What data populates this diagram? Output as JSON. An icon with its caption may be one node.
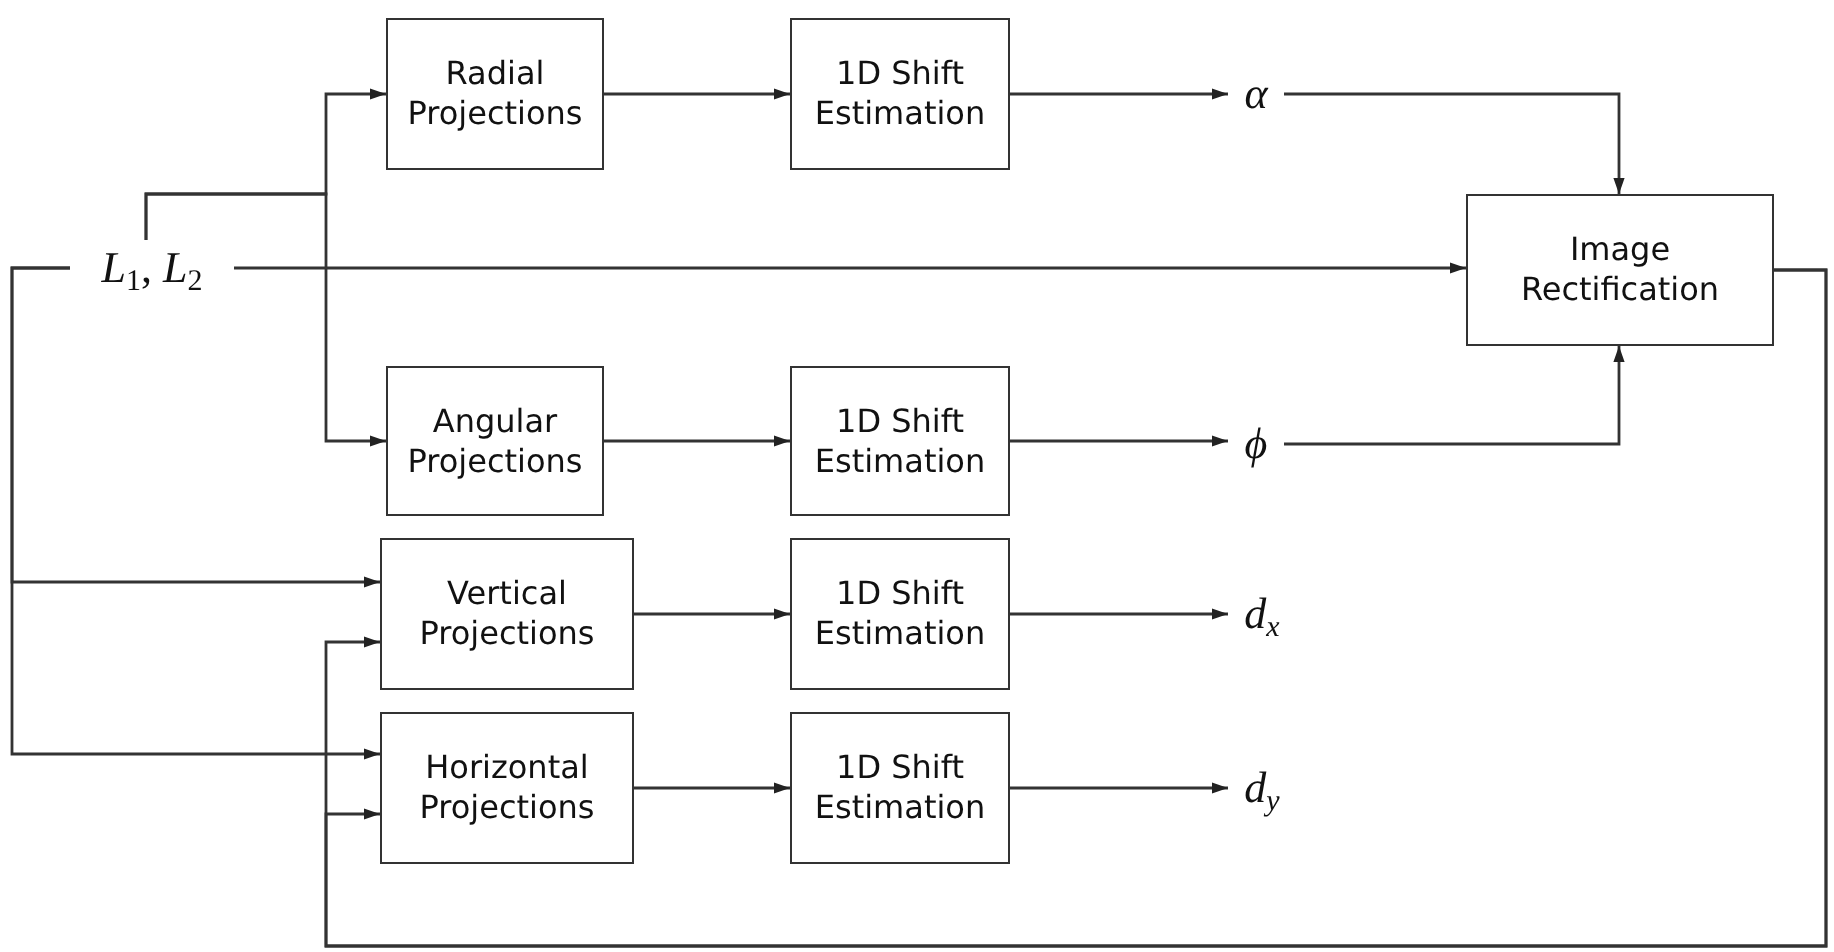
{
  "diagram": {
    "nodes": [
      {
        "text": [
          "*L*$_{1}$, *L*$_{2}$"
        ]
      },
      {
        "text": [
          "Radial Projections"
        ]
      },
      {
        "text": [
          "1D Shift Estimation"
        ]
      },
      {
        "text": [
          "*α*"
        ]
      },
      {
        "text": [
          "Image Rectification"
        ]
      },
      {
        "text": [
          "Angular Projections"
        ]
      },
      {
        "text": [
          "1D Shift Estimation"
        ]
      },
      {
        "text": [
          "*ϕ*"
        ]
      },
      {
        "text": [
          "Vertical Projections"
        ]
      },
      {
        "text": [
          "1D Shift Estimation"
        ]
      },
      {
        "text": [
          "*d*$_{x}$"
        ]
      },
      {
        "text": [
          "Horizontal Projections"
        ]
      },
      {
        "text": [
          "1D Shift Estimation"
        ]
      },
      {
        "text": [
          "*d*$_{y}$"
        ]
      }
    ],
    "edges": [
      {
        "from": 0,
        "to": 1,
        "arrow": "to"
      },
      {
        "from": 0,
        "to": 5,
        "arrow": "to"
      },
      {
        "from": 1,
        "to": 2,
        "arrow": "to"
      },
      {
        "from": 2,
        "to": 3,
        "arrow": "to"
      },
      {
        "from": 3,
        "to": 4,
        "arrow": "to"
      },
      {
        "from": 0,
        "to": 4,
        "arrow": "to"
      },
      {
        "from": 5,
        "to": 6,
        "arrow": "to"
      },
      {
        "from": 6,
        "to": 7,
        "arrow": "to"
      },
      {
        "from": 7,
        "to": 4,
        "arrow": "to"
      },
      {
        "from": 0,
        "to": 8,
        "arrow": "to"
      },
      {
        "from": 0,
        "to": 11,
        "arrow": "to"
      },
      {
        "from": 8,
        "to": 9,
        "arrow": "to"
      },
      {
        "from": 9,
        "to": 10,
        "arrow": "to"
      },
      {
        "from": 11,
        "to": 12,
        "arrow": "to"
      },
      {
        "from": 12,
        "to": 13,
        "arrow": "to"
      },
      {
        "from": 4,
        "to": 8,
        "arrow": "to"
      },
      {
        "from": 4,
        "to": 11,
        "arrow": "to"
      }
    ]
  }
}
